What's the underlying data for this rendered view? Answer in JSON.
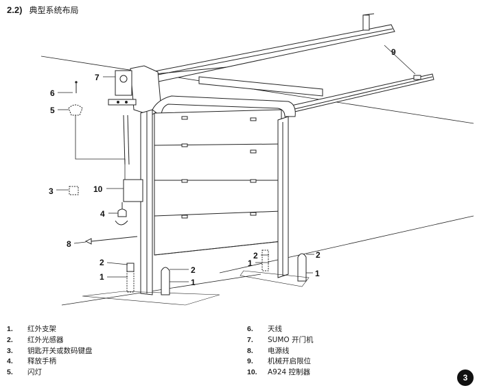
{
  "section": {
    "number": "2.2)",
    "title": "典型系统布局"
  },
  "callouts": {
    "c1": "1",
    "c2": "2",
    "c3": "3",
    "c4": "4",
    "c5": "5",
    "c6": "6",
    "c7": "7",
    "c8": "8",
    "c9": "9",
    "c10": "10"
  },
  "legend_left": [
    {
      "num": "1.",
      "label": "红外支架"
    },
    {
      "num": "2.",
      "label": "红外光感器"
    },
    {
      "num": "3.",
      "label": "钥匙开关或数码键盘"
    },
    {
      "num": "4.",
      "label": "释放手柄"
    },
    {
      "num": "5.",
      "label": "闪灯"
    }
  ],
  "legend_right": [
    {
      "num": "6.",
      "label": "天线"
    },
    {
      "num": "7.",
      "label": "SUMO 开门机"
    },
    {
      "num": "8.",
      "label": "电源线"
    },
    {
      "num": "9.",
      "label": "机械开启限位"
    },
    {
      "num": "10.",
      "label": "A924 控制器"
    }
  ],
  "page_number": "3"
}
